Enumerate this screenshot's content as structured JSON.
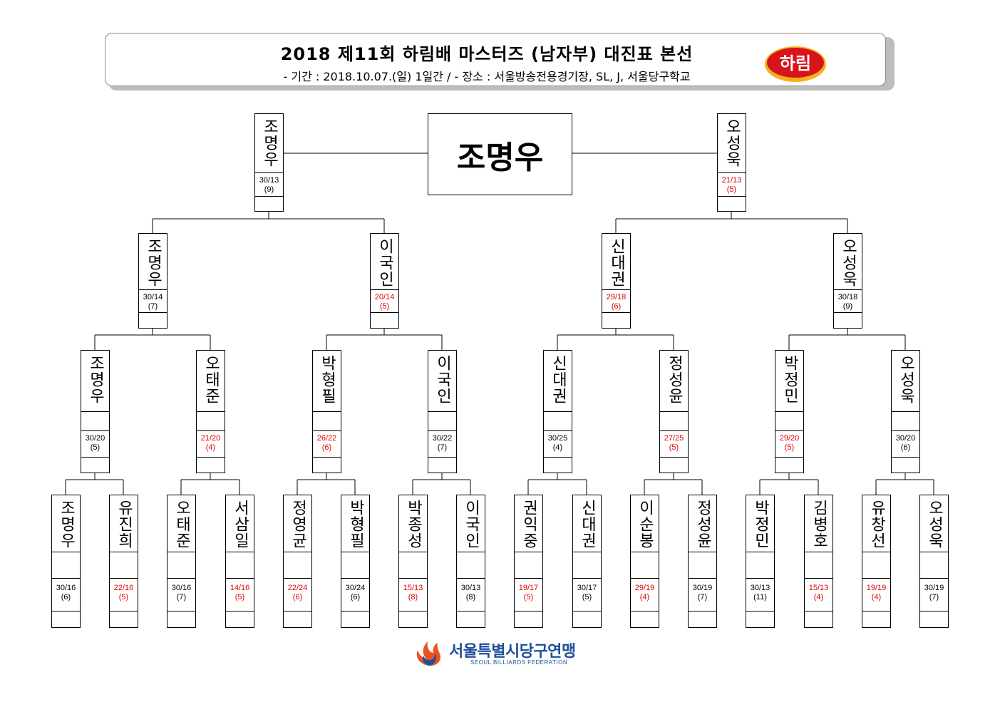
{
  "header": {
    "title": "2018 제11회 하림배 마스터즈 (남자부) 대진표 본선",
    "subtitle": "- 기간 : 2018.10.07.(일) 1일간 / - 장소 : 서울방송전용경기장, SL, J, 서울당구학교"
  },
  "sponsor_logo_text": "하림",
  "champion": "조명우",
  "final": [
    {
      "name": "조명우",
      "score": "30/13",
      "inn": "(9)",
      "red": false
    },
    {
      "name": "오성욱",
      "score": "21/13",
      "inn": "(5)",
      "red": true
    }
  ],
  "semis": [
    {
      "name": "조명우",
      "score": "30/14",
      "inn": "(7)",
      "red": false
    },
    {
      "name": "이국인",
      "score": "20/14",
      "inn": "(5)",
      "red": true
    },
    {
      "name": "신대권",
      "score": "29/18",
      "inn": "(6)",
      "red": true
    },
    {
      "name": "오성욱",
      "score": "30/18",
      "inn": "(9)",
      "red": false
    }
  ],
  "quarters": [
    {
      "name": "조명우",
      "score": "30/20",
      "inn": "(5)",
      "red": false
    },
    {
      "name": "오태준",
      "score": "21/20",
      "inn": "(4)",
      "red": true
    },
    {
      "name": "박형필",
      "score": "26/22",
      "inn": "(6)",
      "red": true
    },
    {
      "name": "이국인",
      "score": "30/22",
      "inn": "(7)",
      "red": false
    },
    {
      "name": "신대권",
      "score": "30/25",
      "inn": "(4)",
      "red": false
    },
    {
      "name": "정성윤",
      "score": "27/25",
      "inn": "(5)",
      "red": true
    },
    {
      "name": "박정민",
      "score": "29/20",
      "inn": "(5)",
      "red": true
    },
    {
      "name": "오성욱",
      "score": "30/20",
      "inn": "(6)",
      "red": false
    }
  ],
  "round16": [
    {
      "name": "조명우",
      "score": "30/16",
      "inn": "(6)",
      "red": false
    },
    {
      "name": "유진희",
      "score": "22/16",
      "inn": "(5)",
      "red": true
    },
    {
      "name": "오태준",
      "score": "30/16",
      "inn": "(7)",
      "red": false
    },
    {
      "name": "서삼일",
      "score": "14/16",
      "inn": "(5)",
      "red": true
    },
    {
      "name": "정영균",
      "score": "22/24",
      "inn": "(6)",
      "red": true
    },
    {
      "name": "박형필",
      "score": "30/24",
      "inn": "(6)",
      "red": false
    },
    {
      "name": "박종성",
      "score": "15/13",
      "inn": "(8)",
      "red": true
    },
    {
      "name": "이국인",
      "score": "30/13",
      "inn": "(8)",
      "red": false
    },
    {
      "name": "권익중",
      "score": "19/17",
      "inn": "(5)",
      "red": true
    },
    {
      "name": "신대권",
      "score": "30/17",
      "inn": "(5)",
      "red": false
    },
    {
      "name": "이순봉",
      "score": "29/19",
      "inn": "(4)",
      "red": true
    },
    {
      "name": "정성윤",
      "score": "30/19",
      "inn": "(7)",
      "red": false
    },
    {
      "name": "박정민",
      "score": "30/13",
      "inn": "(11)",
      "red": false
    },
    {
      "name": "김병호",
      "score": "15/13",
      "inn": "(4)",
      "red": true
    },
    {
      "name": "유창선",
      "score": "19/19",
      "inn": "(4)",
      "red": true
    },
    {
      "name": "오성욱",
      "score": "30/19",
      "inn": "(7)",
      "red": false
    }
  ],
  "footer": {
    "org_name": "서울특별시당구연맹",
    "org_name_en": "SEOUL BILLIARDS FEDERATION"
  },
  "colors": {
    "loser_score": "#e00000",
    "footer_blue": "#1f4e9c",
    "logo_red": "#d8131b",
    "logo_gold": "#f2b21b"
  }
}
